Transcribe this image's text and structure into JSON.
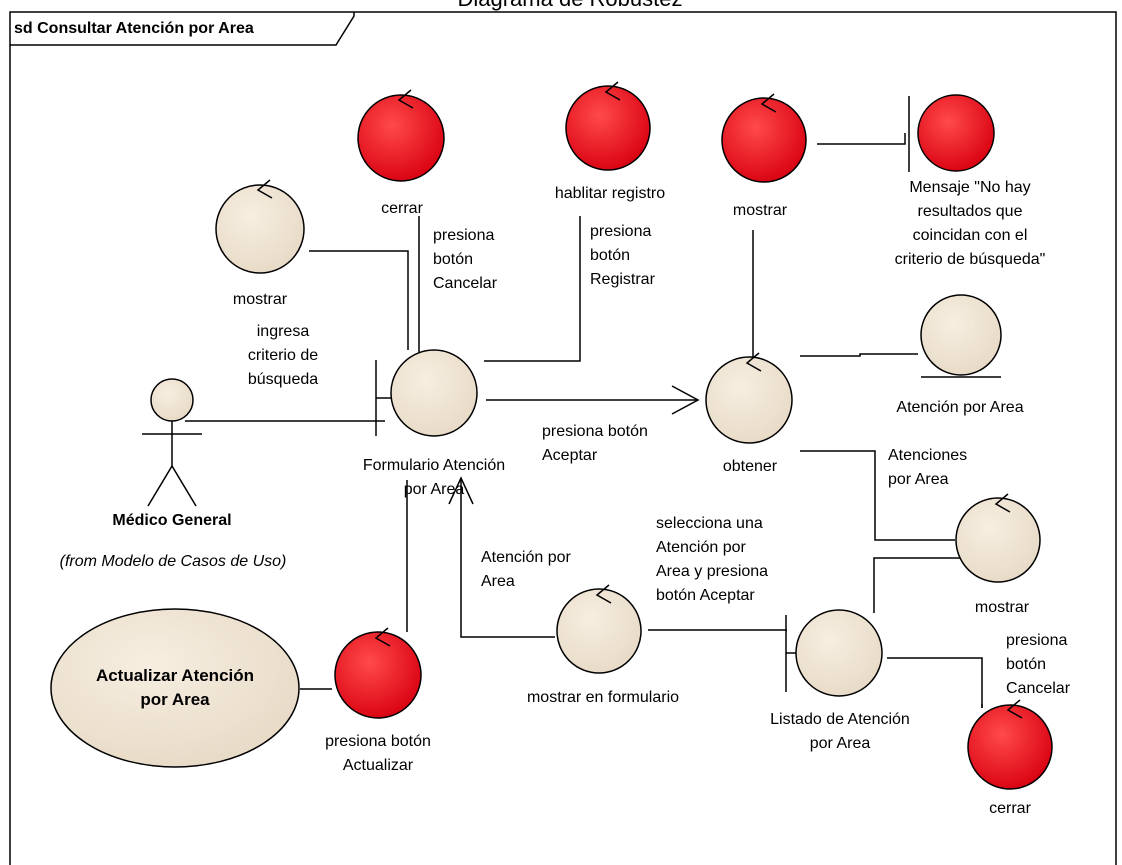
{
  "page_title": "Diagrama de Robustez",
  "frame": {
    "title": "sd Consultar Atención por Area"
  },
  "colors": {
    "control_fill": "#efe4d3",
    "alert_fill": "#e6000f",
    "usecase_fill": "#efe4d3",
    "line": "#000000"
  },
  "actor": {
    "name": "Médico General",
    "from": "(from Modelo de Casos de Uso)"
  },
  "usecase": {
    "name": "Actualizar Atención\npor Area"
  },
  "nodes": {
    "mostrar_left": "mostrar",
    "cerrar_top": "cerrar",
    "hablitar_registro": "hablitar registro",
    "mostrar_top": "mostrar",
    "mensaje": "Mensaje \"No hay\nresultados que\ncoincidan con el\ncriterio de búsqueda\"",
    "formulario": "Formulario Atención\npor Area",
    "obtener": "obtener",
    "entity": "Atención por Area",
    "mostrar_right": "mostrar",
    "mostrar_formulario": "mostrar en formulario",
    "listado": "Listado de Atención\npor Area",
    "presiona_actualizar": "presiona botón\nActualizar",
    "cerrar_bottom": "cerrar"
  },
  "edges": {
    "ingresa": "ingresa\ncriterio de\nbúsqueda",
    "cancelar_top": "presiona\nbotón\nCancelar",
    "registrar": "presiona\nbotón\nRegistrar",
    "aceptar": "presiona botón\nAceptar",
    "atenciones": "Atenciones\npor Area",
    "selecciona": "selecciona una\nAtención por\nArea y presiona\nbotón Aceptar",
    "atencion_area": "Atención por\nArea",
    "cancelar_bottom": "presiona\nbotón\nCancelar"
  }
}
